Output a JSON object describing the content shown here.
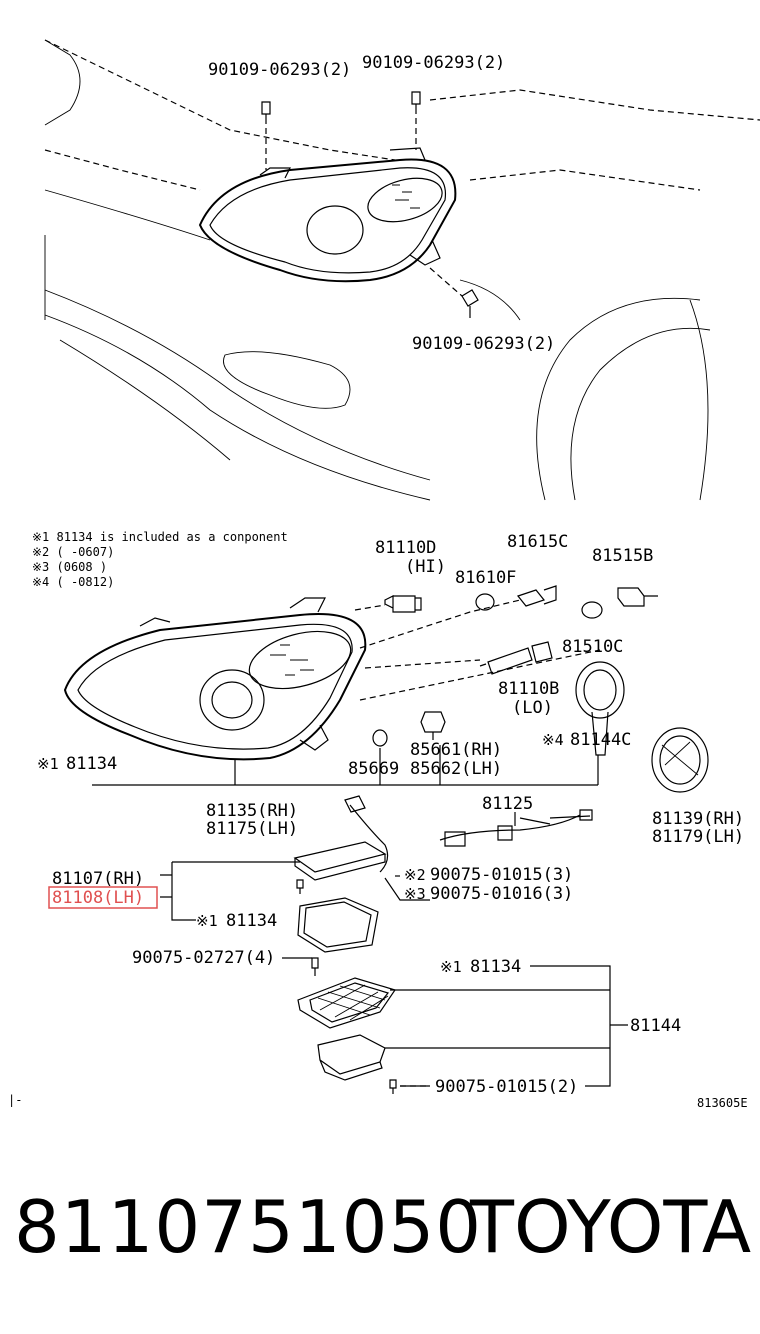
{
  "diagram": {
    "top_labels": {
      "bolt_left": "90109-06293(2)",
      "bolt_right": "90109-06293(2)",
      "bolt_lower": "90109-06293(2)"
    },
    "notes": [
      "※1 81134 is included as a conponent",
      "※2 (     -0607)",
      "※3 (0608      )",
      "※4 (      -0812)"
    ],
    "parts": {
      "p81110D": "81110D",
      "hi": "(HI)",
      "p81615C": "81615C",
      "p81610F": "81610F",
      "p81515B": "81515B",
      "p81510C": "81510C",
      "p81110B": "81110B",
      "lo": "(LO)",
      "mark4": "※4",
      "p81144C": "81144C",
      "mark1a": "※1",
      "p81134a": "81134",
      "p85661": "85661(RH)",
      "p85669": "85669",
      "p85662": "85662(LH)",
      "p81135": "81135(RH)",
      "p81175": "81175(LH)",
      "p81125": "81125",
      "p81139": "81139(RH)",
      "p81179": "81179(LH)",
      "p81107": "81107(RH)",
      "p81108": "81108(LH)",
      "mark2": "※2",
      "p90075_01015_3": "90075-01015(3)",
      "mark3": "※3",
      "p90075_01016_3": "90075-01016(3)",
      "mark1b": "※1",
      "p81134b": "81134",
      "p90075_02727": "90075-02727(4)",
      "mark1c": "※1",
      "p81134c": "81134",
      "p81144": "81144",
      "p90075_01015_2": "90075-01015(2)",
      "edge_mark": "|-",
      "drawing_code": "813605E"
    }
  },
  "footer": {
    "part_number": "8110751050",
    "brand": "TOYOTA"
  },
  "colors": {
    "highlight": "#e05050",
    "ink": "#000000"
  }
}
